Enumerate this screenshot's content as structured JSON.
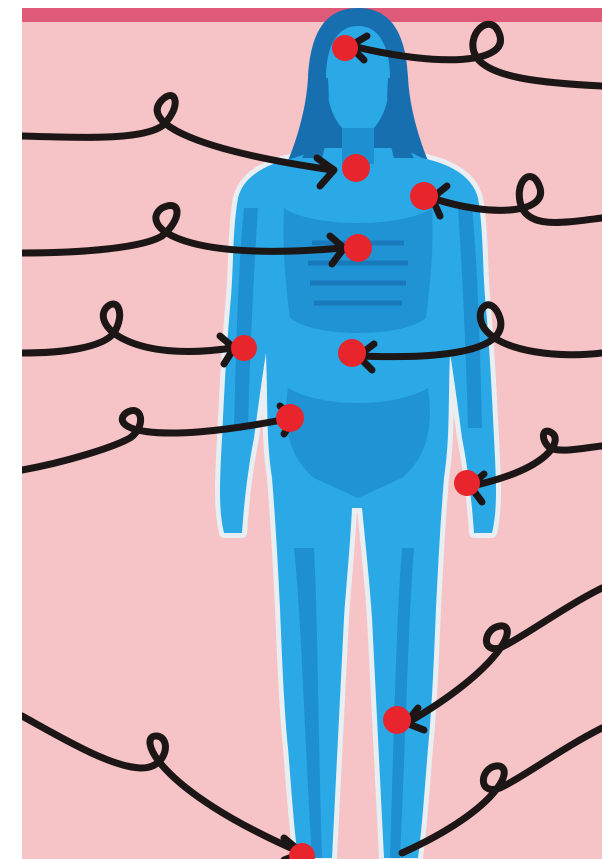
{
  "image": {
    "subject": "female-body-silhouette",
    "style": "flat-illustration",
    "colors": {
      "background": "#f6c3c6",
      "top_band": "#de5a78",
      "body_light": "#2aa9e6",
      "body_mid": "#1e8fd0",
      "body_dark": "#176fb0",
      "outline": "#e9eef2",
      "pain_point": "#e8242c",
      "arrow": "#1d1616"
    },
    "pain_points": [
      "forehead",
      "neck",
      "right-shoulder",
      "chest",
      "left-elbow",
      "abdomen",
      "hip",
      "right-wrist",
      "right-knee",
      "ankle"
    ]
  }
}
